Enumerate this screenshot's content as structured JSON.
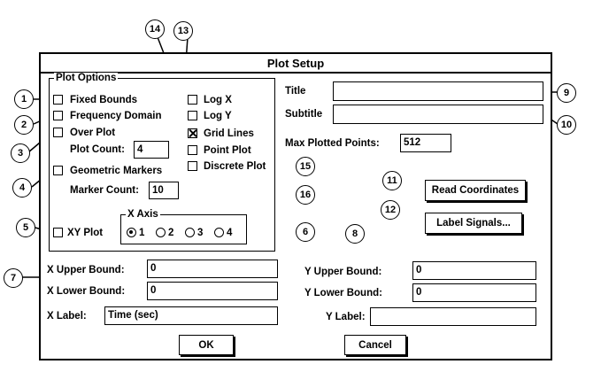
{
  "dialog": {
    "title": "Plot Setup"
  },
  "plot_options": {
    "legend": "Plot Options",
    "fixed_bounds": "Fixed Bounds",
    "frequency_domain": "Frequency Domain",
    "over_plot": "Over Plot",
    "plot_count_label": "Plot Count:",
    "plot_count_value": "4",
    "geometric_markers": "Geometric Markers",
    "marker_count_label": "Marker Count:",
    "marker_count_value": "10",
    "xy_plot": "XY Plot",
    "log_x": "Log X",
    "log_y": "Log Y",
    "grid_lines": "Grid Lines",
    "point_plot": "Point Plot",
    "discrete_plot": "Discrete Plot",
    "x_axis_legend": "X Axis",
    "x_axis_options": [
      "1",
      "2",
      "3",
      "4"
    ],
    "x_axis_selected": "1"
  },
  "right_panel": {
    "title_label": "Title",
    "title_value": "",
    "subtitle_label": "Subtitle",
    "subtitle_value": "",
    "max_points_label": "Max Plotted Points:",
    "max_points_value": "512",
    "read_coordinates": "Read Coordinates",
    "label_signals": "Label Signals..."
  },
  "bounds": {
    "x_upper_label": "X Upper Bound:",
    "x_upper_value": "0",
    "x_lower_label": "X Lower Bound:",
    "x_lower_value": "0",
    "x_label_label": "X Label:",
    "x_label_value": "Time (sec)",
    "y_upper_label": "Y Upper Bound:",
    "y_upper_value": "0",
    "y_lower_label": "Y Lower Bound:",
    "y_lower_value": "0",
    "y_label_label": "Y Label:",
    "y_label_value": ""
  },
  "buttons": {
    "ok": "OK",
    "cancel": "Cancel"
  },
  "callouts": [
    "1",
    "2",
    "3",
    "4",
    "5",
    "6",
    "7",
    "8",
    "9",
    "10",
    "11",
    "12",
    "13",
    "14",
    "15",
    "16"
  ],
  "colors": {
    "ink": "#000000",
    "background": "#ffffff"
  }
}
